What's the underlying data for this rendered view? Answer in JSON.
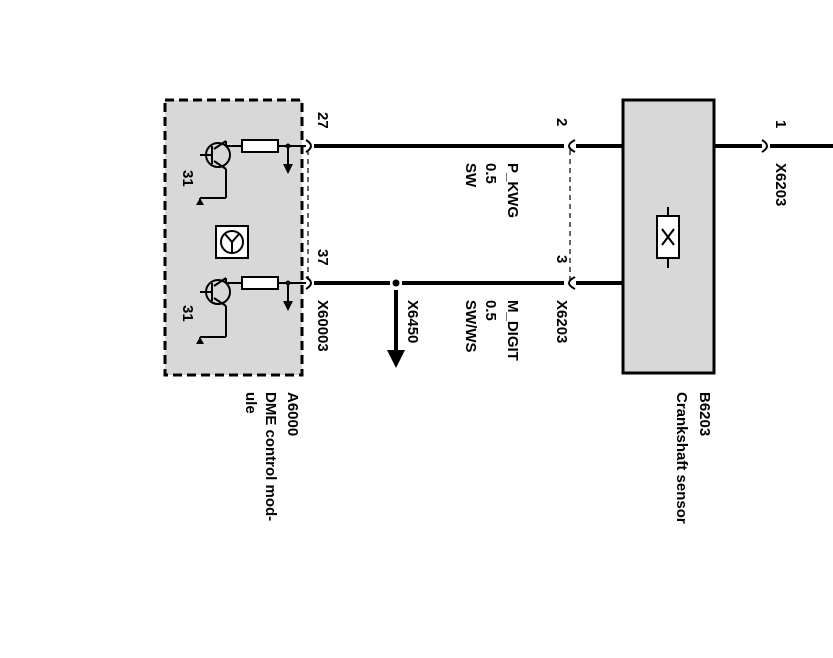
{
  "dme": {
    "id": "A6000",
    "name_line1": "DME control mod-",
    "name_line2": "ule",
    "ground_top": "31",
    "ground_bottom": "31",
    "connector": "X60003"
  },
  "sensor": {
    "id": "B6203",
    "name": "Crankshaft sensor",
    "connector_side": "X6203",
    "connector_right": "X6203"
  },
  "pins": {
    "dme_top": "27",
    "dme_bottom": "37",
    "sensor_top": "2",
    "sensor_bottom": "3",
    "right": "1"
  },
  "wire_top": {
    "name": "P_KWG",
    "size": "0.5",
    "color": "SW"
  },
  "wire_bottom": {
    "name": "M_DIGIT",
    "size": "0.5",
    "color": "SW/WS"
  },
  "branch": {
    "connector": "X6450"
  },
  "colors": {
    "module_fill": "#d8d8d8",
    "line": "#000000"
  }
}
